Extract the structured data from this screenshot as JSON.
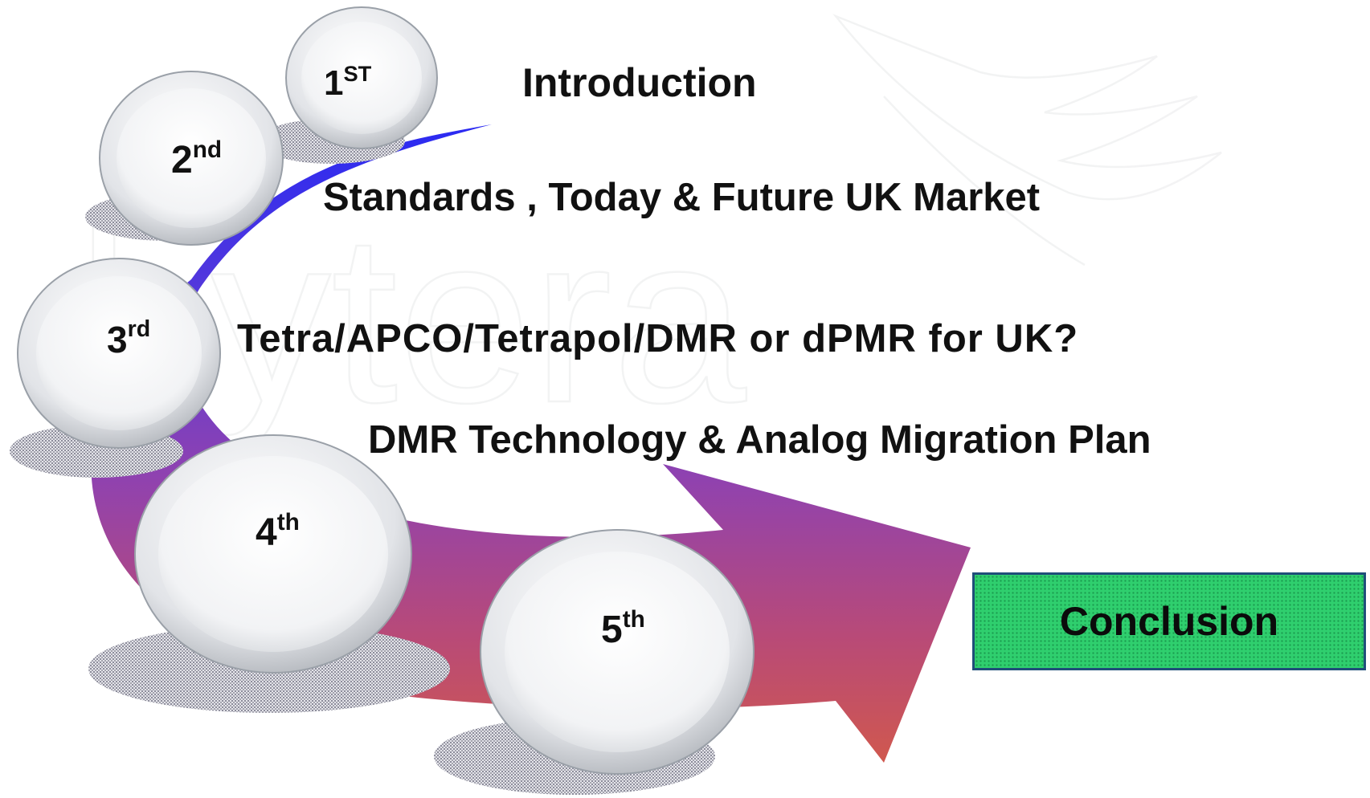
{
  "steps": [
    {
      "num": "1",
      "suffix": "ST",
      "label": "Introduction"
    },
    {
      "num": "2",
      "suffix": "nd",
      "label": "Standards , Today & Future UK Market"
    },
    {
      "num": "3",
      "suffix": "rd",
      "label": "Tetra/APCO/Tetrapol/DMR or dPMR for UK?"
    },
    {
      "num": "4",
      "suffix": "th",
      "label": "DMR Technology & Analog Migration Plan"
    },
    {
      "num": "5",
      "suffix": "th",
      "label": "Conclusion"
    }
  ],
  "watermark": "hytera",
  "colors": {
    "arrow_top": "#2e2ef0",
    "arrow_mid": "#8b3fb0",
    "arrow_bottom": "#cc5a5a",
    "conclusion_fill": "#2fcf6e",
    "conclusion_border": "#1f4e79"
  }
}
